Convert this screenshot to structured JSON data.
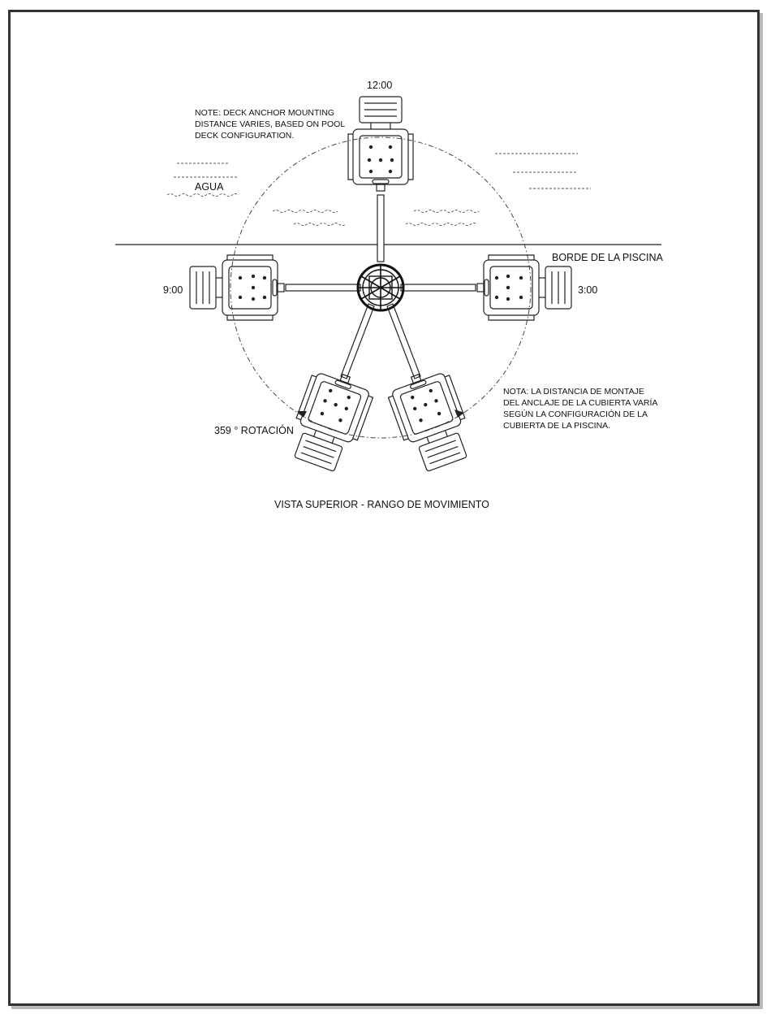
{
  "diagram": {
    "positions": {
      "twelve": "12:00",
      "nine": "9:00",
      "three": "3:00"
    },
    "note_en": {
      "line1": "NOTE: DECK ANCHOR MOUNTING",
      "line2": "DISTANCE VARIES, BASED ON POOL",
      "line3": "DECK CONFIGURATION."
    },
    "note_es": {
      "line1": "NOTA: LA DISTANCIA DE MONTAJE",
      "line2": "DEL ANCLAJE DE LA CUBIERTA VARÍA",
      "line3": "SEGÚN LA CONFIGURACIÓN DE LA",
      "line4": "CUBIERTA DE LA PISCINA."
    },
    "water_label": "AGUA",
    "pool_edge_label": "BORDE DE LA PISCINA",
    "rotation_label": "359 ° ROTACIÓN",
    "caption": "VISTA SUPERIOR - RANGO DE MOVIMIENTO"
  }
}
